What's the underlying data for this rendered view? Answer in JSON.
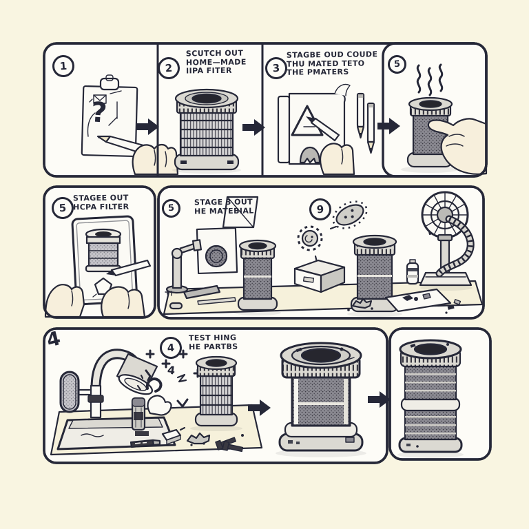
{
  "palette": {
    "background": "#F9F5E1",
    "panel": "#FDFCF7",
    "ink": "#262838",
    "gray_light": "#DBD9D2",
    "gray_mid": "#BBBAB6",
    "mesh_gray": "#8B8A92",
    "skin": "#F7EFDC",
    "desk": "#F6F1DB"
  },
  "steps": {
    "s1": {
      "badge": "1",
      "sketch_glyph": "?"
    },
    "s2": {
      "badge": "2",
      "caption": [
        "SCUTCH OUT",
        "HOME—MADE",
        "IIPA FITER"
      ]
    },
    "s3": {
      "badge": "3",
      "caption": [
        "STAGBE OUD COUDE",
        "THU MATED TETO",
        "THE PMATERS"
      ]
    },
    "s4": {
      "badge": "5"
    },
    "s5": {
      "badge": "5",
      "caption": [
        "STAGEE OUT",
        "HCPA FILTER"
      ]
    },
    "s6": {
      "badge": "5",
      "caption": [
        "STAGE 3 OUT",
        "HE MATEBIAL"
      ]
    },
    "s7": {
      "badge": "9"
    },
    "s8": {
      "badge": "4",
      "scribble": "4",
      "scatter_glyph": "4",
      "caption": [
        "TEST HING",
        "HE PARTBS"
      ]
    }
  }
}
